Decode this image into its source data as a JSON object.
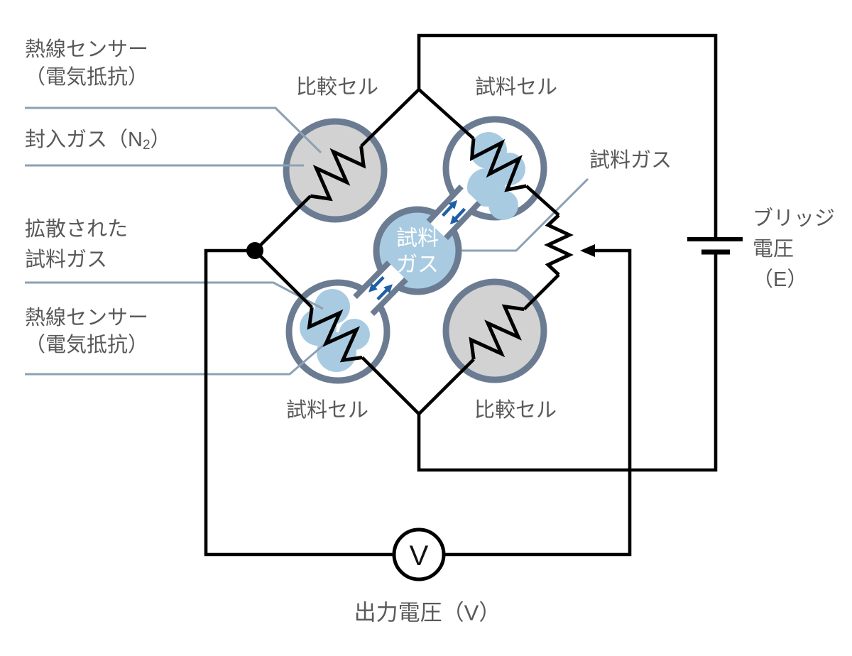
{
  "diagram": {
    "labels": {
      "hot_wire_sensor_top": {
        "line1": "熱線センサー",
        "line2": "（電気抵抗）"
      },
      "sealed_gas": {
        "prefix": "封入ガス（N",
        "sub": "2",
        "suffix": "）"
      },
      "diffused_sample_gas": {
        "line1": "拡散された",
        "line2": "試料ガス"
      },
      "hot_wire_sensor_bottom": {
        "line1": "熱線センサー",
        "line2": "（電気抵抗）"
      },
      "cell_top_left": "比較セル",
      "cell_top_right": "試料セル",
      "cell_bottom_left": "試料セル",
      "cell_bottom_right": "比較セル",
      "center_gas": {
        "line1": "試料",
        "line2": "ガス"
      },
      "sample_gas_pointer": "試料ガス",
      "bridge_voltage": {
        "line1": "ブリッジ",
        "line2": "電圧",
        "line3": "（E）"
      },
      "output_voltage": "出力電圧（V）",
      "voltmeter": "V"
    },
    "colors": {
      "cell_stroke": "#6b7c92",
      "comparison_cell_fill": "#d2d2d2",
      "sample_cell_fill": "#ffffff",
      "gas_fill": "#a9cbe2",
      "leader_line": "#8ca1b4",
      "arrow_blue": "#1f5fa8",
      "wire": "#000000",
      "label_text": "#595959",
      "gas_text": "#ffffff"
    }
  }
}
